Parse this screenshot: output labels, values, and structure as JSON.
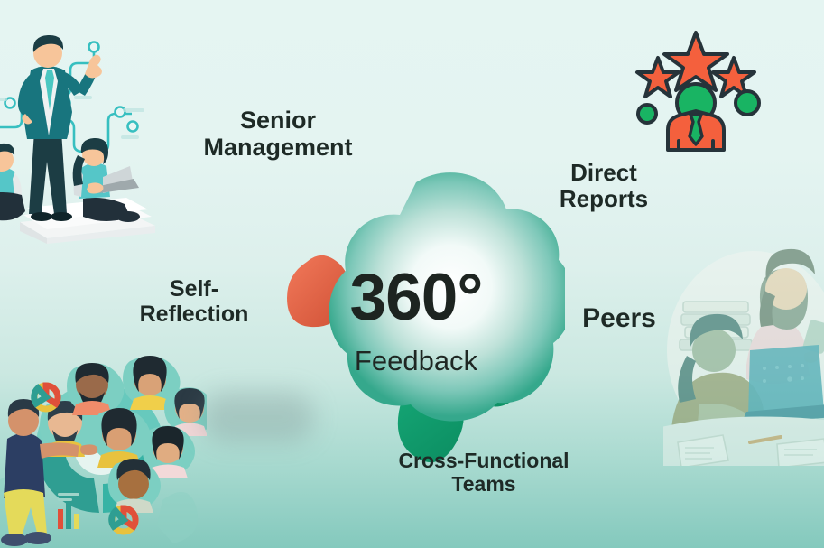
{
  "background": {
    "top_color": "#e5f5f2",
    "bottom_color": "#84c9bd"
  },
  "center": {
    "number": "360°",
    "caption": "Feedback",
    "blob_green_dark": "#12a172",
    "blob_teal": "#5bbfae",
    "blob_glow": "#ffffff",
    "petal_orange": "#e8694a",
    "petal_green": "#13a070"
  },
  "spokes": [
    {
      "id": "senior-management",
      "label": "Senior\nManagement"
    },
    {
      "id": "direct-reports",
      "label": "Direct\nReports"
    },
    {
      "id": "self-reflection",
      "label": "Self-\nReflection"
    },
    {
      "id": "peers",
      "label": "Peers"
    },
    {
      "id": "cross-functional",
      "label": "Cross-Functional\nTeams"
    }
  ],
  "illustrations": [
    {
      "id": "meeting",
      "name": "business-team-presentation-illustration",
      "description": "Standing businessman pointing up with two colleagues seated on a stack of papers working on laptops, teal network flow lines behind"
    },
    {
      "id": "stars",
      "name": "five-star-rating-person-icon",
      "description": "Person icon with green head and orange torso wearing a green tie, three orange stars above, two green dots at the sides"
    },
    {
      "id": "desk",
      "name": "colleagues-at-desk-illustration",
      "description": "Two women at a desk, one typing on a teal laptop and one standing holding a phone, books and notebooks on the table"
    },
    {
      "id": "chart",
      "name": "donut-chart-team-illustration",
      "description": "Man presenting a large teal donut chart surrounded by seven round team avatar portraits, with small bar and donut chart icons"
    }
  ],
  "icon_colors": {
    "star": "#f4603d",
    "star_outline": "#26333a",
    "person_head": "#19b463",
    "person_body": "#f4603d",
    "tie": "#19b463"
  }
}
